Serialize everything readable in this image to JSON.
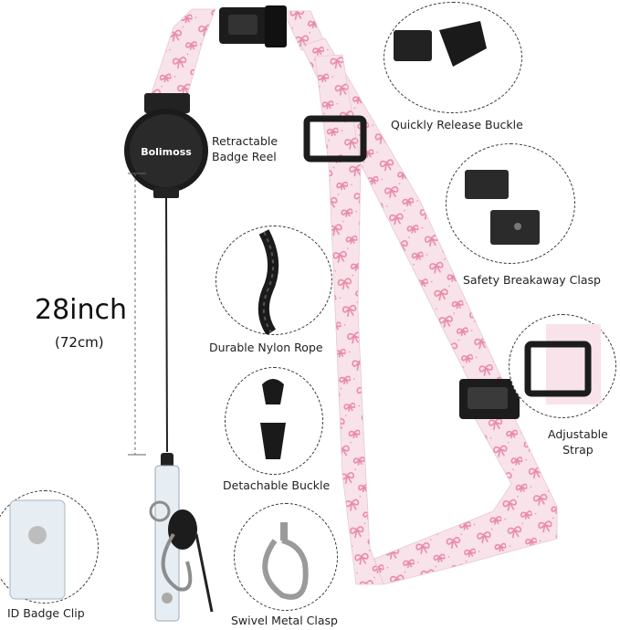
{
  "brand": "Bolimoss",
  "measurement": {
    "length": "28inch",
    "metric": "(72cm)"
  },
  "labels": {
    "badge_reel_line1": "Retractable",
    "badge_reel_line2": "Badge Reel",
    "quick_release": "Quickly Release Buckle",
    "breakaway": "Safety Breakaway Clasp",
    "nylon_rope": "Durable Nylon Rope",
    "adjustable_line1": "Adjustable",
    "adjustable_line2": "Strap",
    "detachable": "Detachable Buckle",
    "id_badge_clip": "ID Badge Clip",
    "swivel_clasp": "Swivel Metal Clasp"
  },
  "colors": {
    "strap": "#f8e3ea",
    "bow": "#e98aa6",
    "buckle": "#1c1c1c"
  },
  "icons": [
    "bow-pattern",
    "buckle-icon",
    "badge-reel-icon",
    "clasp-icon",
    "rope-icon",
    "clip-icon"
  ]
}
